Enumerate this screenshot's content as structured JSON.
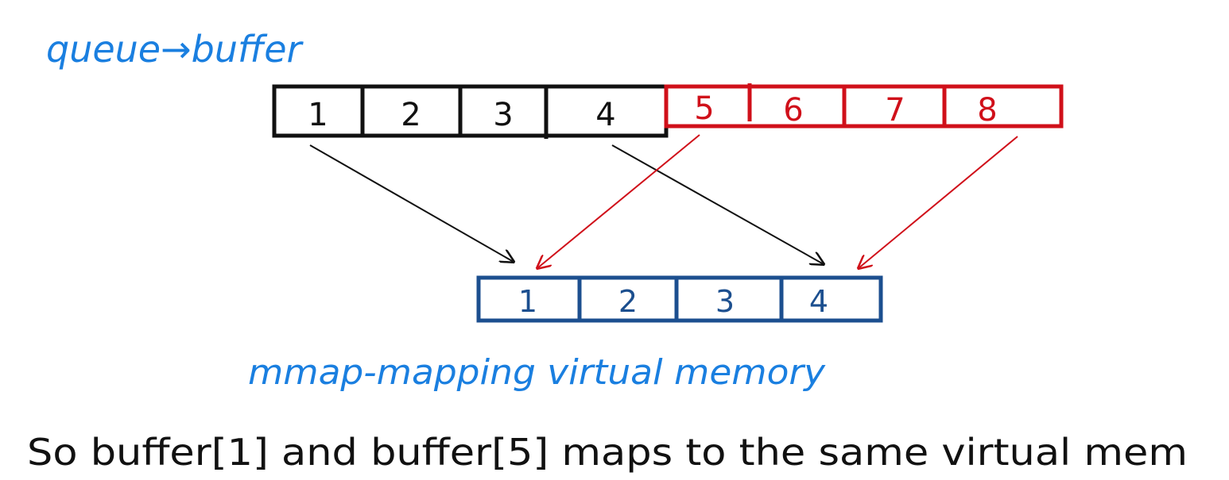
{
  "title": "queue→buffer",
  "queue_cells": [
    "1",
    "2",
    "3",
    "4",
    "5",
    "6",
    "7",
    "8"
  ],
  "virtual_cells": [
    "1",
    "2",
    "3",
    "4"
  ],
  "mmap_label": "mmap-mapping virtual memory",
  "caption": "So buffer[1] and buffer[5] maps to the same virtual mem",
  "colors": {
    "title_ink": "#1a7fe0",
    "first_half": "#111111",
    "second_half": "#d0101a",
    "virtual_box": "#1c4f8f",
    "caption_ink": "#111111"
  }
}
